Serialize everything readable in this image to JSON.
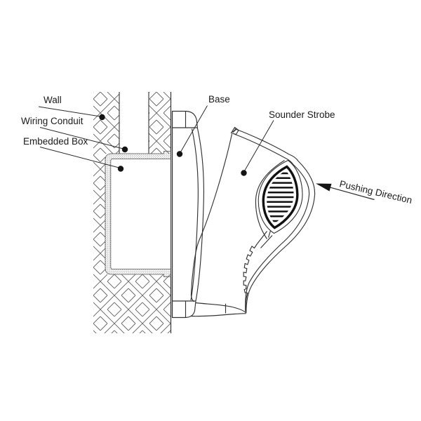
{
  "diagram": {
    "title_context": "sounder strobe wall installation diagram",
    "labels": {
      "wall": "Wall",
      "wiring_conduit": "Wiring Conduit",
      "embedded_box": "Embedded Box",
      "base": "Base",
      "sounder_strobe": "Sounder Strobe",
      "pushing_direction": "Pushing Direction"
    },
    "colors": {
      "background": "#ffffff",
      "line": "#333333",
      "text": "#1a1a1a",
      "hatch": "#666666",
      "stipple": "#777777",
      "dot": "#141414"
    }
  }
}
